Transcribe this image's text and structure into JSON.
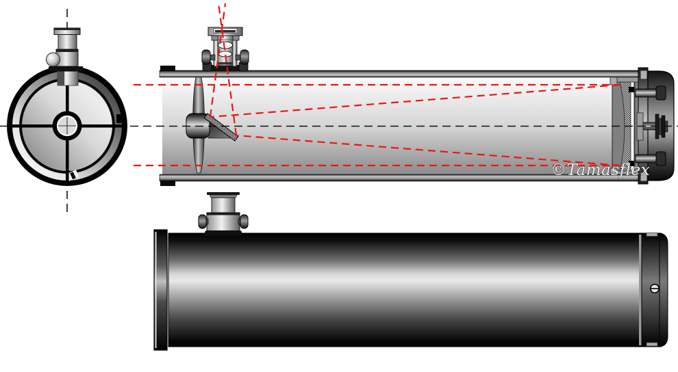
{
  "watermark": {
    "text": "©Tamasflex"
  },
  "colors": {
    "background": "#ffffff",
    "ray_red": "#ee1414",
    "centerline": "#111111",
    "outline": "#000000",
    "watermark_fill": "#f2f2f2",
    "watermark_stroke": "#2f2f2f"
  },
  "diagram": {
    "type": "technical-drawing",
    "subject": "Newtonian reflector telescope",
    "views": [
      "front-view",
      "side-cutaway-view",
      "side-exterior-view"
    ]
  }
}
